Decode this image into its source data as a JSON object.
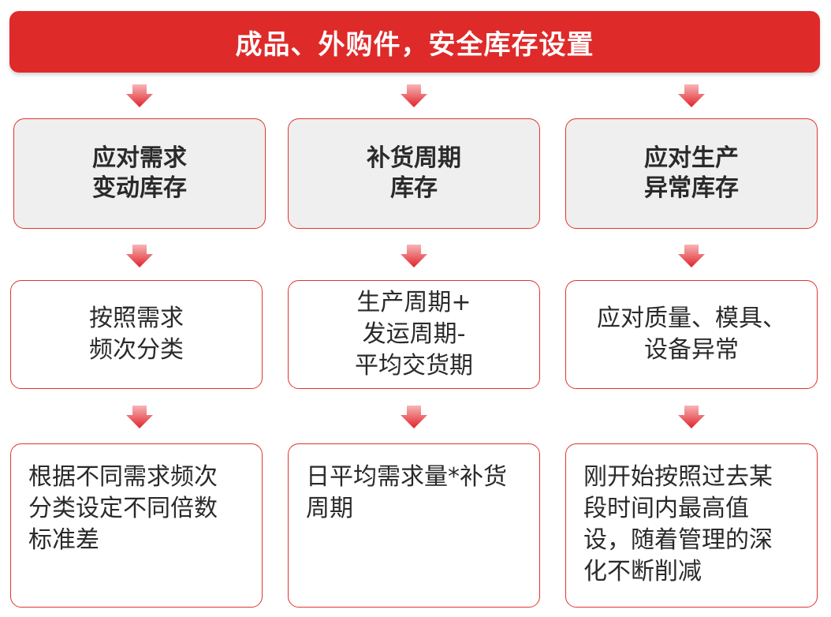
{
  "title": "成品、外购件，安全库存设置",
  "columns": [
    {
      "category": [
        "应对需求",
        "变动库存"
      ],
      "method": [
        "按照需求",
        "频次分类"
      ],
      "detail": [
        "根据不同需求频次",
        "分类设定不同倍数",
        "标准差"
      ]
    },
    {
      "category": [
        "补货周期",
        "库存"
      ],
      "method": [
        "生产周期+",
        "发运周期-",
        "平均交货期"
      ],
      "detail": [
        "日平均需求量*补货",
        "周期"
      ]
    },
    {
      "category": [
        "应对生产",
        "异常库存"
      ],
      "method": [
        "应对质量、模具、",
        "设备异常"
      ],
      "detail": [
        "刚开始按照过去某",
        "段时间内最高值",
        "设，随着管理的深",
        "化不断削减"
      ]
    }
  ],
  "colors": {
    "accent": "#df2a2a",
    "box_fill_category": "#efefef",
    "text": "#2a2a2a"
  },
  "icons": {
    "flow_arrow": "down-arrow-icon"
  }
}
